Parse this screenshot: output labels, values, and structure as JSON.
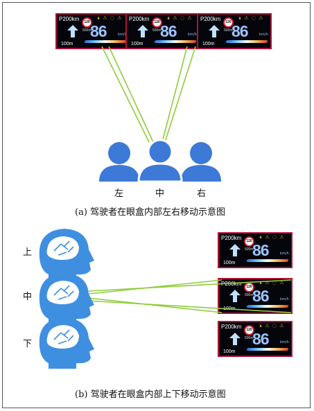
{
  "hud": {
    "distance": "P200km",
    "limit": "120",
    "small_distance": "500m",
    "speed": "86",
    "unit": "km/h",
    "bottom_distance": "100m",
    "alert_icons": "🌢 ⚠ ◌ ⚠"
  },
  "top_panel": {
    "labels": [
      "左",
      "中",
      "右"
    ],
    "caption": "(a) 驾驶者在眼盒内部左右移动示意图"
  },
  "bottom_panel": {
    "labels": [
      "上",
      "中",
      "下"
    ],
    "caption": "(b) 驾驶者在眼盒内部上下移动示意图"
  },
  "colors": {
    "hud_border": "#b0123a",
    "sight_line": "#8fcc3a",
    "person_blue": "#3d79d6",
    "head_blue": "#3f8fe0"
  }
}
